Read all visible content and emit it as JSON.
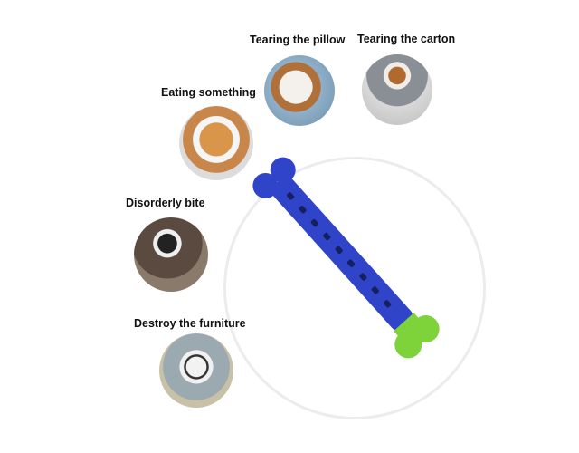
{
  "labels": {
    "pillow": "Tearing the pillow",
    "carton": "Tearing the carton",
    "eating": "Eating something",
    "disorderly": "Disorderly bite",
    "furniture": "Destroy the furniture"
  },
  "colors": {
    "bone_body": "#2f44c8",
    "bone_end": "#7ed23a",
    "ring": "#ececec"
  }
}
